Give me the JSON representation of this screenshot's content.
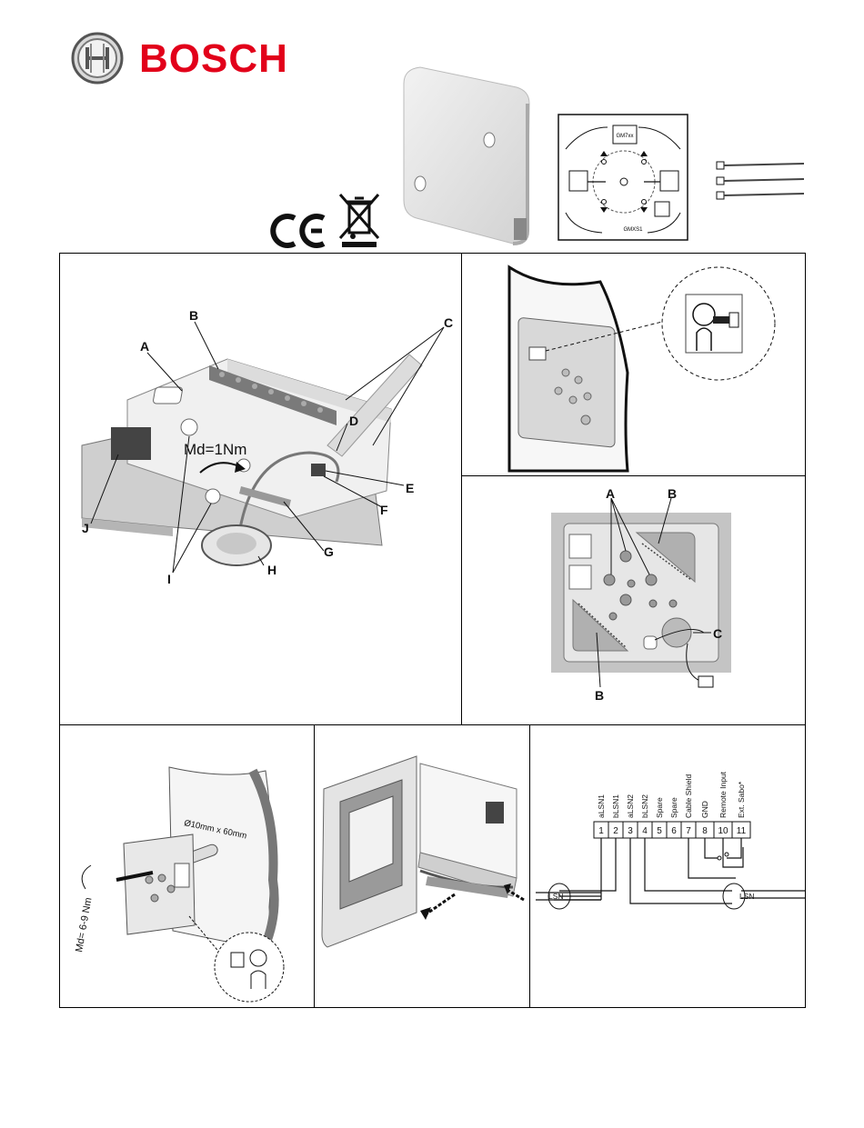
{
  "header": {
    "brand": "BOSCH",
    "logo_icon": "bosch-armature-logo-icon",
    "marks": [
      "ce-mark-icon",
      "weee-crossed-bin-icon"
    ]
  },
  "top_graphics": {
    "template_labels": [
      "GM7xx",
      "GMXS1"
    ]
  },
  "panel_module": {
    "labels": [
      "A",
      "B",
      "C",
      "D",
      "E",
      "F",
      "G",
      "H",
      "I",
      "J"
    ],
    "torque": "Md=1Nm"
  },
  "panel_wall": {
    "icon": "mounting-person-icon"
  },
  "panel_plate": {
    "labels": [
      "A",
      "B",
      "C",
      "B"
    ]
  },
  "panel_drill": {
    "drill_text": "Ø10mm x 60mm",
    "torque": "Md= 6-9 Nm"
  },
  "panel_wiring": {
    "terminals": [
      {
        "num": "1",
        "label": "aLSN1"
      },
      {
        "num": "2",
        "label": "bLSN1"
      },
      {
        "num": "3",
        "label": "aLSN2"
      },
      {
        "num": "4",
        "label": "bLSN2"
      },
      {
        "num": "5",
        "label": "Spare"
      },
      {
        "num": "6",
        "label": "Spare"
      },
      {
        "num": "7",
        "label": "Cable Shield"
      },
      {
        "num": "8",
        "label": "GND"
      },
      {
        "num": "10",
        "label": "Remote Input"
      },
      {
        "num": "11",
        "label": "Ext. Sabo*"
      }
    ],
    "cable_labels": [
      "LSN",
      "LSN"
    ]
  }
}
